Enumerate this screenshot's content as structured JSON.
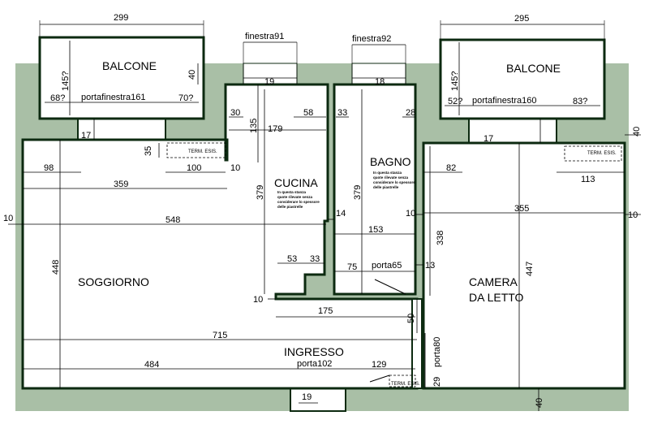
{
  "rooms": {
    "balcone_left": "BALCONE",
    "balcone_right": "BALCONE",
    "cucina": "CUCINA",
    "bagno": "BAGNO",
    "soggiorno": "SOGGIORNO",
    "ingresso": "INGRESSO",
    "camera_line1": "CAMERA",
    "camera_line2": "DA LETTO"
  },
  "openings": {
    "finestra91": "finestra91",
    "finestra92": "finestra92",
    "portafinestra161": "portafinestra161",
    "portafinestra160": "portafinestra160",
    "porta65": "porta65",
    "porta102": "porta102",
    "porta80": "porta80"
  },
  "notes": {
    "term_esis": "TERM. ESIS.",
    "cucina_note": [
      "In questa stanza",
      "quote rilevate senza",
      "considerare lo spessore",
      "delle piastrelle"
    ],
    "bagno_note": [
      "In questa stanza",
      "quote rilevate senza",
      "considerare lo spessore",
      "delle piastrelle"
    ]
  },
  "dimensions": {
    "d299": "299",
    "d295": "295",
    "d145_left": "145?",
    "d145_right": "145?",
    "d40_balc": "40",
    "d68": "68?",
    "d70": "70?",
    "d52": "52?",
    "d83": "83?",
    "d19_top": "19",
    "d18_top": "18",
    "d30": "30",
    "d135": "135",
    "d58": "58",
    "d33_bagno": "33",
    "d28": "28",
    "d179": "179",
    "d17_left": "17",
    "d17_right": "17",
    "d40_right": "40",
    "d35": "35",
    "d100": "100",
    "d10_a": "10",
    "d98": "98",
    "d359": "359",
    "d379_cucina": "379",
    "d379_bagno": "379",
    "d10_left": "10",
    "d548": "548",
    "d14": "14",
    "d153": "153",
    "d10_b": "10",
    "d82": "82",
    "d113": "113",
    "d355": "355",
    "d10_right": "10",
    "d338": "338",
    "d448": "448",
    "d447": "447",
    "d53": "53",
    "d33_cucina": "33",
    "d75": "75",
    "d13": "13",
    "d10_c": "10",
    "d175": "175",
    "d50": "50",
    "d715": "715",
    "d484": "484",
    "d129": "129",
    "d29": "29",
    "d19_bottom": "19",
    "d40_bottom": "40"
  }
}
